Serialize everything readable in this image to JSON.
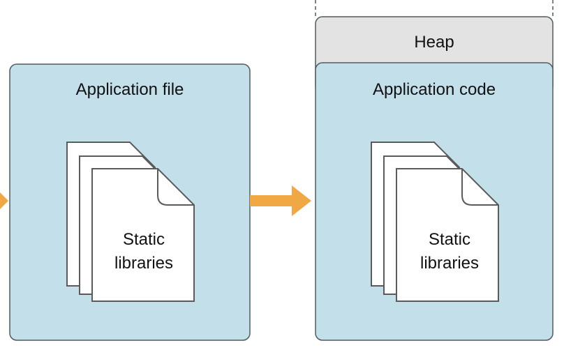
{
  "application_file": {
    "title": "Application file",
    "libraries_line1": "Static",
    "libraries_line2": "libraries"
  },
  "memory": {
    "heap_label": "Heap",
    "code_title": "Application code",
    "libraries_line1": "Static",
    "libraries_line2": "libraries"
  },
  "colors": {
    "box_fill": "#c3e0ea",
    "box_stroke": "#505a60",
    "heap_fill": "#e3e3e3",
    "arrow": "#f0a844",
    "page_fill": "#ffffff",
    "page_stroke": "#5a5a5a"
  }
}
